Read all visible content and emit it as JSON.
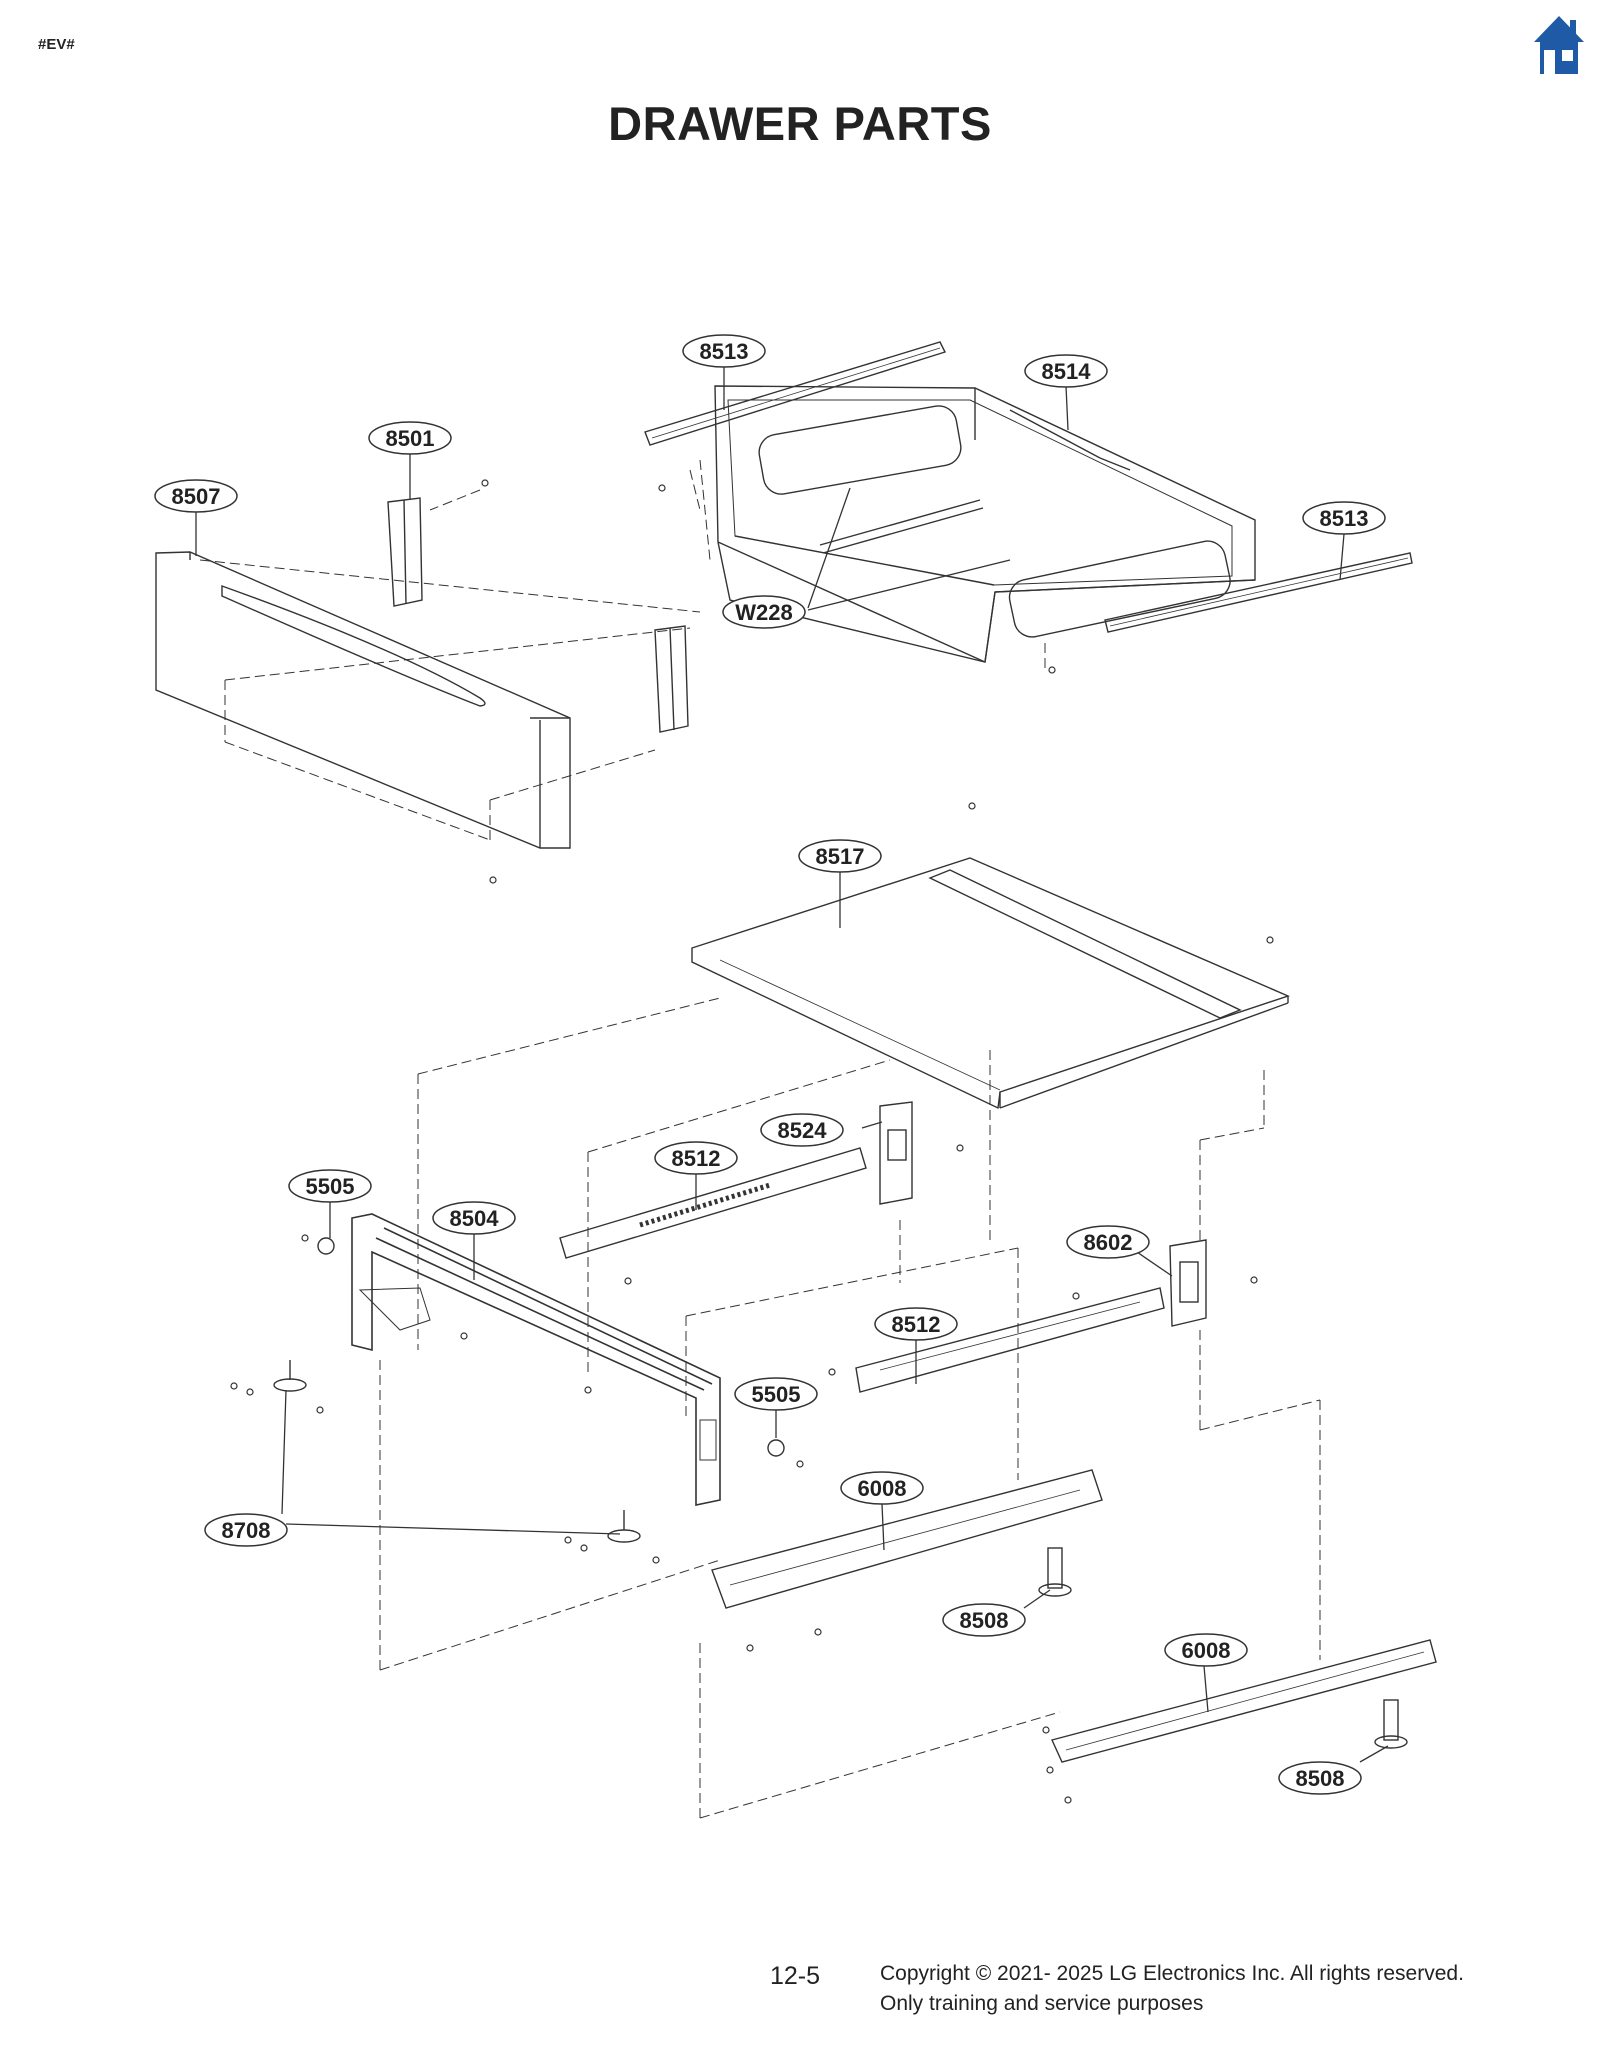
{
  "header": {
    "tag": "#EV#",
    "home_icon": "home-icon",
    "title": "DRAWER PARTS",
    "accent_color": "#1f5aa6"
  },
  "parts": {
    "p8513a": "8513",
    "p8514": "8514",
    "p8501": "8501",
    "p8507": "8507",
    "p8513b": "8513",
    "pW228": "W228",
    "p8517": "8517",
    "p8524": "8524",
    "p8512a": "8512",
    "p5505a": "5505",
    "p8504": "8504",
    "p8602": "8602",
    "p8512b": "8512",
    "p5505b": "5505",
    "p6008a": "6008",
    "p8708": "8708",
    "p8508a": "8508",
    "p6008b": "6008",
    "p8508b": "8508"
  },
  "footer": {
    "page_number": "12-5",
    "copyright": "Copyright © 2021- 2025 LG Electronics Inc. All rights reserved.",
    "notice": "Only training and service purposes"
  }
}
